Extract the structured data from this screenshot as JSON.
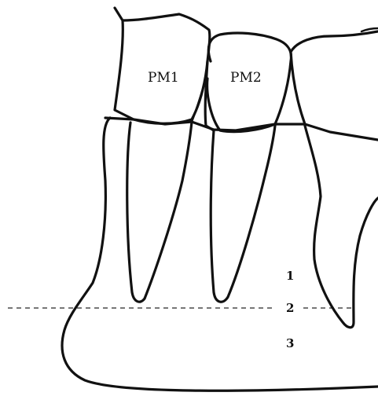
{
  "teeth": {
    "pm1_label": "PM1",
    "pm2_label": "PM2"
  },
  "zones": {
    "zone1_label": "1",
    "zone2_label": "2",
    "zone3_label": "3"
  },
  "colors": {
    "outline": "#111111",
    "dashed_line": "#4a4a4a",
    "background": "#ffffff"
  }
}
